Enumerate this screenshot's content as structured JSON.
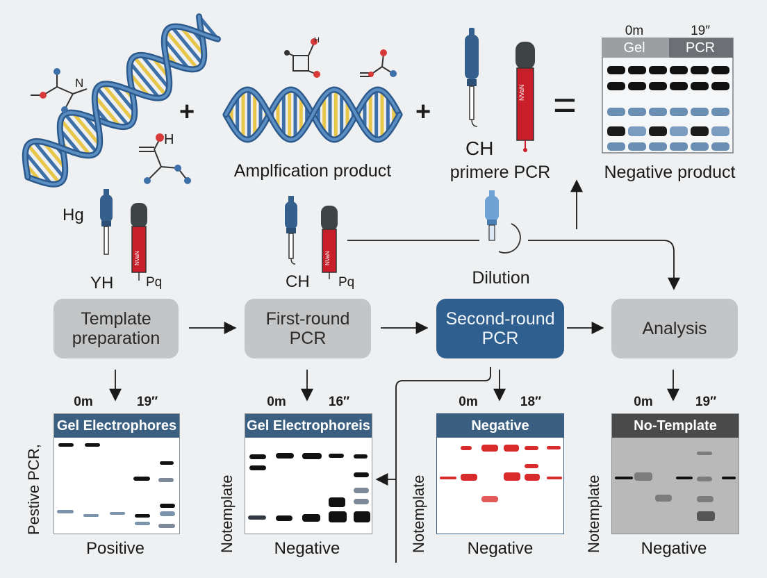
{
  "top": {
    "dna_label_1": "N",
    "dna_label_2": "H",
    "dna_label_3": "H",
    "plus_1": "+",
    "plus_2": "+",
    "equals": "=",
    "amplification_label": "Amplfication product",
    "ch_label": "CH",
    "primer_label": "primere PCR",
    "tube_text": "NVaN",
    "top_gel": {
      "time_left": "0m",
      "time_right": "19″",
      "header_left": "Gel",
      "header_right": "PCR",
      "caption": "Negative product"
    }
  },
  "middle": {
    "hg_label": "Hg",
    "yh_label": "YH",
    "pq_label_1": "Pq",
    "ch_label": "CH",
    "pq_label_2": "Pq",
    "dilution_label": "Dilution",
    "tube_text": "NVaN"
  },
  "stages": [
    {
      "line1": "Template",
      "line2": "preparation"
    },
    {
      "line1": "First-round",
      "line2": "PCR"
    },
    {
      "line1": "Second-round",
      "line2": "PCR"
    },
    {
      "line1": "Analysis",
      "line2": ""
    }
  ],
  "gels": [
    {
      "time_left": "0m",
      "time_right": "19″",
      "title": "Gel Electrophores",
      "side_label": "Pestive PCR,",
      "caption": "Positive"
    },
    {
      "time_left": "0m",
      "time_right": "16″",
      "title": "Gel Electrophoreis",
      "side_label": "Notemplate",
      "caption": "Negative"
    },
    {
      "time_left": "0m",
      "time_right": "18″",
      "title": "Negative",
      "side_label": "Notemplate",
      "caption": "Negative"
    },
    {
      "time_left": "0m",
      "time_right": "19″",
      "title": "No-Template",
      "side_label": "Notemplate",
      "caption": "Negative"
    }
  ],
  "colors": {
    "dna_blue": "#3d6fa8",
    "dna_yellow": "#e8c64a",
    "stage_gray": "#c4c5c6",
    "stage_active": "#2f5f8f",
    "gel_header_blue": "#3b5f80",
    "band_red": "#d92b2b",
    "tube_red": "#c81e2a"
  }
}
